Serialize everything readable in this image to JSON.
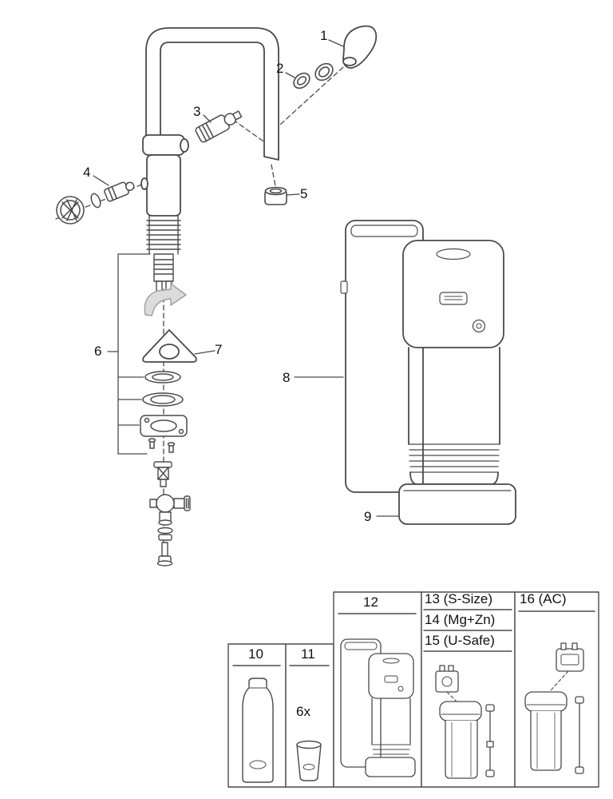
{
  "colors": {
    "background": "#ffffff",
    "line": "#4a4a4a",
    "light_line": "#9e9e9e",
    "light_fill": "#dcdcdc",
    "text": "#111111"
  },
  "callouts": {
    "c1": "1",
    "c2": "2",
    "c3": "3",
    "c4": "4",
    "c5": "5",
    "c6": "6",
    "c7": "7",
    "c8": "8",
    "c9": "9"
  },
  "table": {
    "cell10_label": "10",
    "cell11_label": "11",
    "cell11_quantity": "6x",
    "cell12_label": "12",
    "cell13_label": "13 (S-Size)",
    "cell14_label": "14 (Mg+Zn)",
    "cell15_label": "15 (U-Safe)",
    "cell16_label": "16 (AC)"
  }
}
